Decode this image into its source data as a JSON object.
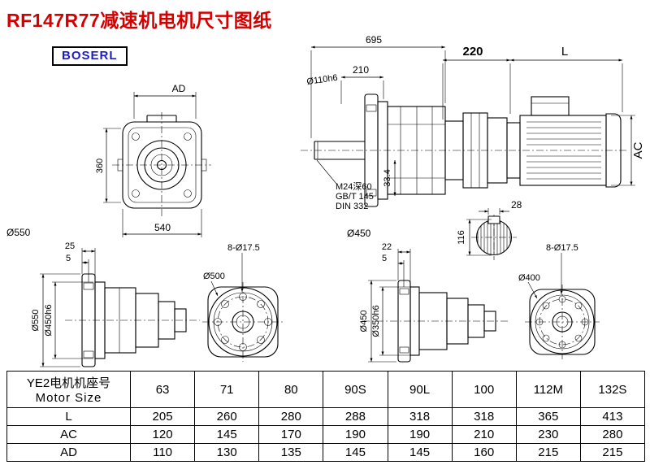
{
  "title": "RF147R77减速机电机尺寸图纸",
  "logo": "BOSERL",
  "colors": {
    "title_red": "#d40000",
    "logo_blue": "#1d1dc8",
    "line_black": "#000000",
    "background": "#ffffff"
  },
  "drawings": {
    "front_view": {
      "ad": "AD",
      "h360": "360",
      "w540": "540",
      "flange_dia": "Ø550"
    },
    "side_view": {
      "len695": "695",
      "len210": "210",
      "shaft_dia": "Ø110h6",
      "tap1": "M24深60",
      "tap2": "GB/T 145",
      "tap3": "DIN 332",
      "dim334": "33.4",
      "spigot_dia": "Ø450"
    },
    "motor_view": {
      "len220": "220",
      "len_l": "L",
      "ac": "AC",
      "key_width": "28",
      "shaft_height": "116"
    },
    "flange550_side": {
      "t25": "25",
      "t5": "5",
      "outer_dia": "Ø550",
      "spigot_dia": "Ø450h6"
    },
    "flange550_front": {
      "holes": "8-Ø17.5",
      "bolt_circle": "Ø500"
    },
    "flange450_side": {
      "t22": "22",
      "t5": "5",
      "outer_dia": "Ø450",
      "spigot_dia": "Ø350h6"
    },
    "flange450_front": {
      "holes": "8-Ø17.5",
      "bolt_circle": "Ø400"
    }
  },
  "table": {
    "header_cn": "YE2电机机座号",
    "header_en": "Motor Size",
    "columns": [
      "63",
      "71",
      "80",
      "90S",
      "90L",
      "100",
      "112M",
      "132S"
    ],
    "rows": [
      {
        "label": "L",
        "values": [
          "205",
          "260",
          "280",
          "288",
          "318",
          "318",
          "365",
          "413"
        ]
      },
      {
        "label": "AC",
        "values": [
          "120",
          "145",
          "170",
          "190",
          "190",
          "210",
          "230",
          "280"
        ]
      },
      {
        "label": "AD",
        "values": [
          "110",
          "130",
          "135",
          "145",
          "145",
          "160",
          "215",
          "215"
        ]
      }
    ]
  }
}
